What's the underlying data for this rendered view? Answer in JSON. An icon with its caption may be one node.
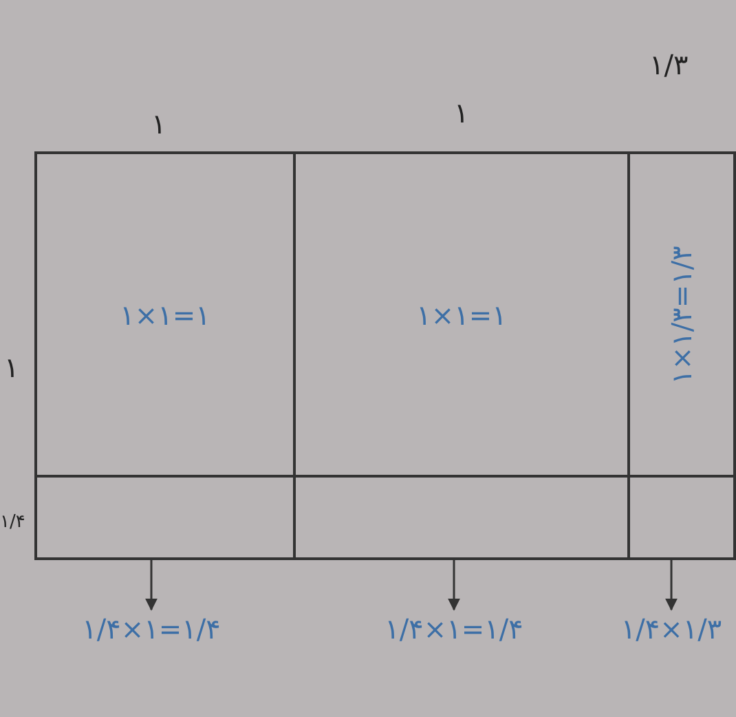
{
  "diagram": {
    "nodes": [
      {
        "text": [
          "۱×۱=۱"
        ]
      },
      {
        "text": [
          "۱×۱=۱"
        ]
      },
      {
        "text": [
          "۱×۱/۳=۱/۳"
        ]
      },
      {
        "text": [],
        "shape": "box"
      },
      {
        "text": [],
        "shape": "box"
      },
      {
        "text": [],
        "shape": "box"
      },
      {
        "text": [
          "۱/۴×۱=۱/۴"
        ]
      },
      {
        "text": [
          "۱/۴×۱=۱/۴"
        ]
      },
      {
        "text": [
          "۱/۴×۱/۳"
        ]
      }
    ],
    "edges": [
      {
        "from": 3,
        "to": 6,
        "arrow": "to"
      },
      {
        "from": 4,
        "to": 7,
        "arrow": "to"
      },
      {
        "from": 5,
        "to": 8,
        "arrow": "to"
      }
    ],
    "labels": [
      "۱",
      "۱",
      "۱/۳",
      "۱",
      "۱/۴"
    ]
  }
}
